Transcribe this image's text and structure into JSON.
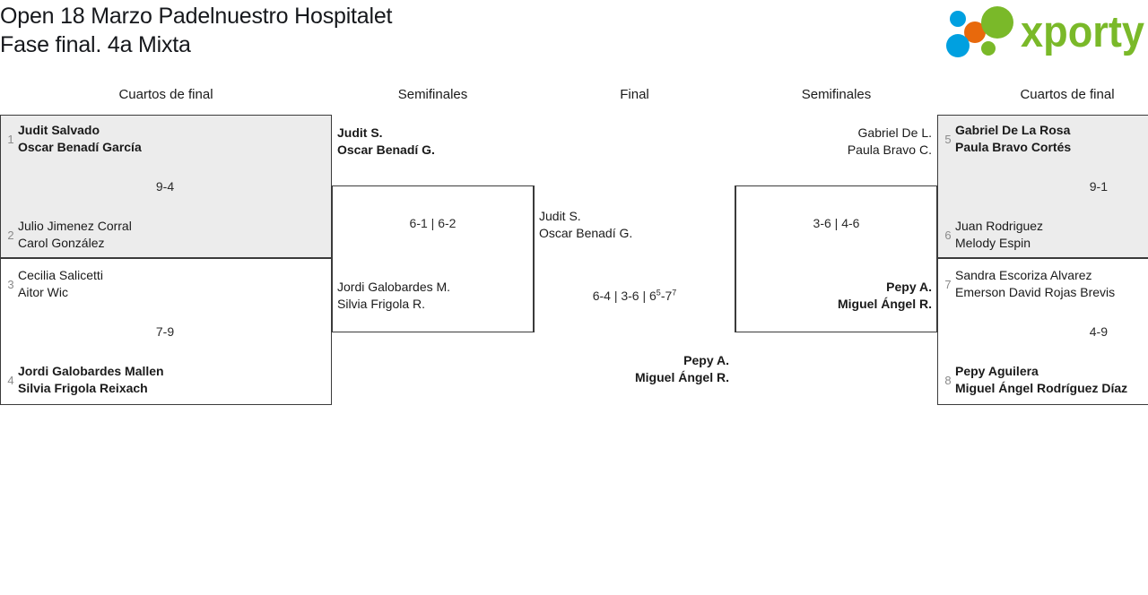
{
  "header": {
    "title_line1": "Open 18 Marzo Padelnuestro Hospitalet",
    "title_line2": "Fase final. 4a Mixta",
    "logo_text": "xporty",
    "logo_colors": {
      "green": "#7ab929",
      "blue": "#00a0e0",
      "orange": "#e8690c"
    }
  },
  "rounds": [
    {
      "key": "qf-left",
      "label": "Cuartos de final"
    },
    {
      "key": "sf-left",
      "label": "Semifinales"
    },
    {
      "key": "final",
      "label": "Final"
    },
    {
      "key": "sf-right",
      "label": "Semifinales"
    },
    {
      "key": "qf-right",
      "label": "Cuartos de final"
    }
  ],
  "matches": {
    "qf1": {
      "score": "9-4",
      "top": {
        "seed": "1",
        "player1": "Judit Salvado",
        "player2": "Oscar Benadí García",
        "winner": true
      },
      "bottom": {
        "seed": "2",
        "player1": "Julio Jimenez Corral",
        "player2": "Carol González",
        "winner": false
      }
    },
    "qf2": {
      "score": "7-9",
      "top": {
        "seed": "3",
        "player1": "Cecilia Salicetti",
        "player2": "Aitor Wic",
        "winner": false
      },
      "bottom": {
        "seed": "4",
        "player1": "Jordi Galobardes Mallen",
        "player2": "Silvia Frigola Reixach",
        "winner": true
      }
    },
    "qf3": {
      "score": "9-1",
      "top": {
        "seed": "5",
        "player1": "Gabriel De La Rosa",
        "player2": "Paula Bravo Cortés",
        "winner": true
      },
      "bottom": {
        "seed": "6",
        "player1": "Juan Rodriguez",
        "player2": "Melody Espin",
        "winner": false
      }
    },
    "qf4": {
      "score": "4-9",
      "top": {
        "seed": "7",
        "player1": "Sandra Escoriza Alvarez",
        "player2": "Emerson David Rojas Brevis",
        "winner": false
      },
      "bottom": {
        "seed": "8",
        "player1": "Pepy Aguilera",
        "player2": "Miguel Ángel Rodríguez Díaz",
        "winner": true
      }
    },
    "sf1": {
      "score": "6-1 | 6-2",
      "top": {
        "player1": "Judit S.",
        "player2": "Oscar Benadí G.",
        "winner": true
      },
      "bottom": {
        "player1": "Jordi Galobardes M.",
        "player2": "Silvia Frigola R.",
        "winner": false
      }
    },
    "sf2": {
      "score": "3-6 | 4-6",
      "top": {
        "player1": "Gabriel De L.",
        "player2": "Paula Bravo C.",
        "winner": false
      },
      "bottom": {
        "player1": "Pepy A.",
        "player2": "Miguel Ángel R.",
        "winner": true
      }
    },
    "final": {
      "score_pre": "6-4 | 3-6 | 6",
      "score_sup1": "5",
      "score_mid": "-7",
      "score_sup2": "7",
      "top": {
        "player1": "Judit S.",
        "player2": "Oscar Benadí G.",
        "winner": false
      },
      "bottom": {
        "player1": "Pepy A.",
        "player2": "Miguel Ángel R.",
        "winner": true
      }
    }
  },
  "champion": {
    "player1": "Pepy A.",
    "player2": "Miguel Ángel R."
  }
}
